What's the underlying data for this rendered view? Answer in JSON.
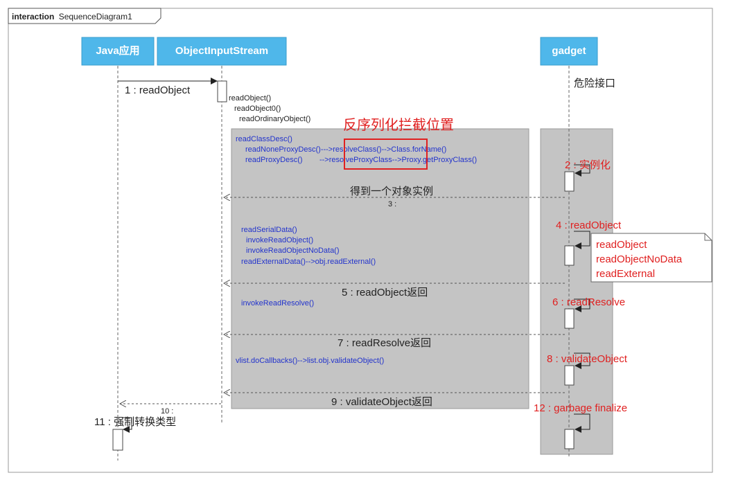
{
  "frame": {
    "keyword": "interaction",
    "name": "SequenceDiagram1"
  },
  "lifelines": {
    "java_app": "Java应用",
    "object_input_stream": "ObjectInputStream",
    "gadget": "gadget"
  },
  "messages": {
    "m1": "1 : readObject",
    "m2": "2 : 实例化",
    "m3_title": "得到一个对象实例",
    "m3": "3 :",
    "m4": "4 : readObject",
    "m5": "5 : readObject返回",
    "m6": "6 : readResolve",
    "m7": "7 : readResolve返回",
    "m8": "8 : validateObject",
    "m9": "9 : validateObject返回",
    "m10": "10 :",
    "m11": "11 : 强制转换类型",
    "m12": "12 : garbage finalize"
  },
  "labels": {
    "danger_interface": "危险接口",
    "intercept_position": "反序列化拦截位置"
  },
  "call_chain": {
    "read_object": "readObject()",
    "read_object0": "readObject0()",
    "read_ordinary_object": "readOrdinaryObject()"
  },
  "block1": {
    "read_class_desc": "readClassDesc()",
    "none_proxy": "readNoneProxyDesc()--->resolveClass()-->Class.forName()",
    "proxy": "readProxyDesc()        -->resolveProxyClass-->Proxy.getProxyClass()"
  },
  "block2": {
    "read_serial_data": "readSerialData()",
    "invoke_read_object": "invokeReadObject()",
    "invoke_read_object_no_data": "invokeReadObjectNoData()",
    "read_external_data": "readExternalData()-->obj.readExternal()"
  },
  "block3": {
    "invoke_read_resolve": "invokeReadResolve()"
  },
  "block4": {
    "callbacks": "vlist.doCallbacks()-->list.obj.validateObject()"
  },
  "note": {
    "line1": "readObject",
    "line2": "readObjectNoData",
    "line3": "readExternal"
  },
  "colors": {
    "lifeline_head": "#4fb7ea",
    "fragment": "#c4c4c4",
    "blue_text": "#2233cc",
    "red_text": "#e02020",
    "highlight_box": "#e02020"
  }
}
